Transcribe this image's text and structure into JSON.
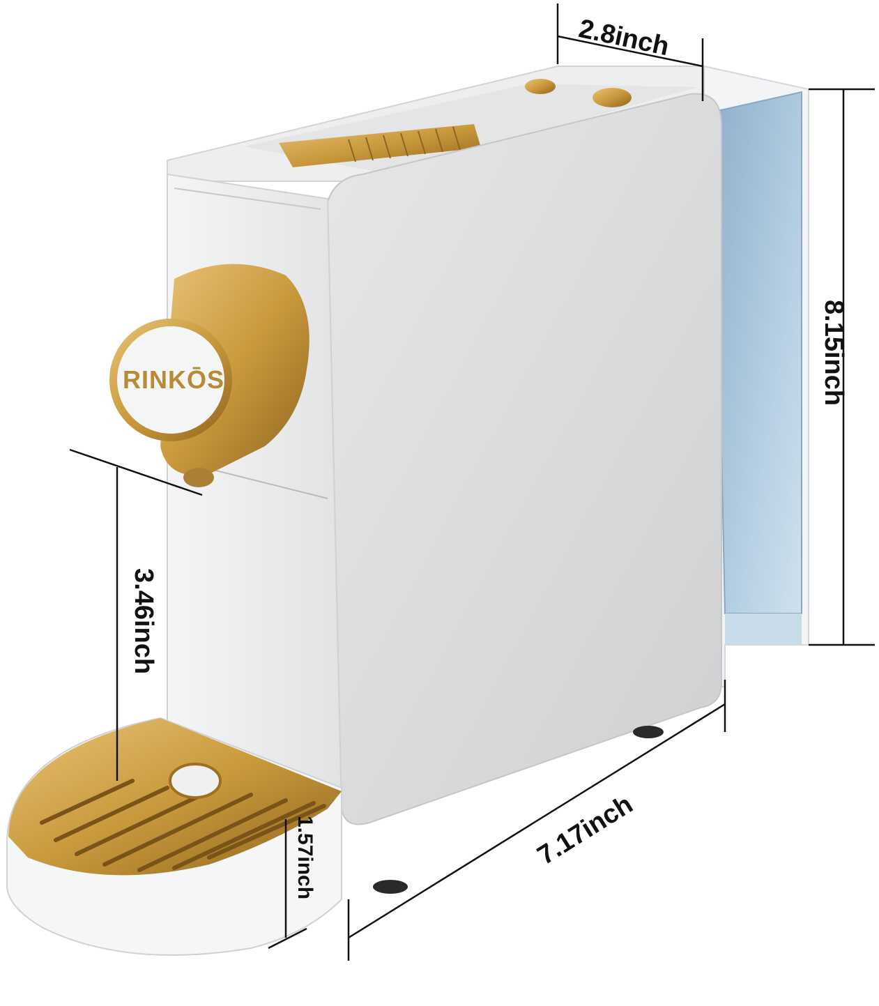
{
  "product": {
    "brand": "RINKŌS"
  },
  "dimensions": {
    "depth": "2.8inch",
    "height": "8.15inch",
    "spout_clearance": "3.46inch",
    "tray_height": "1.57inch",
    "length": "7.17inch"
  },
  "colors": {
    "body": "#d9dadb",
    "body_light": "#eef0f1",
    "gold": "#c99a3c",
    "gold_dark": "#9c6f22",
    "tank": "#a9c6dc",
    "lines": "#111111"
  }
}
